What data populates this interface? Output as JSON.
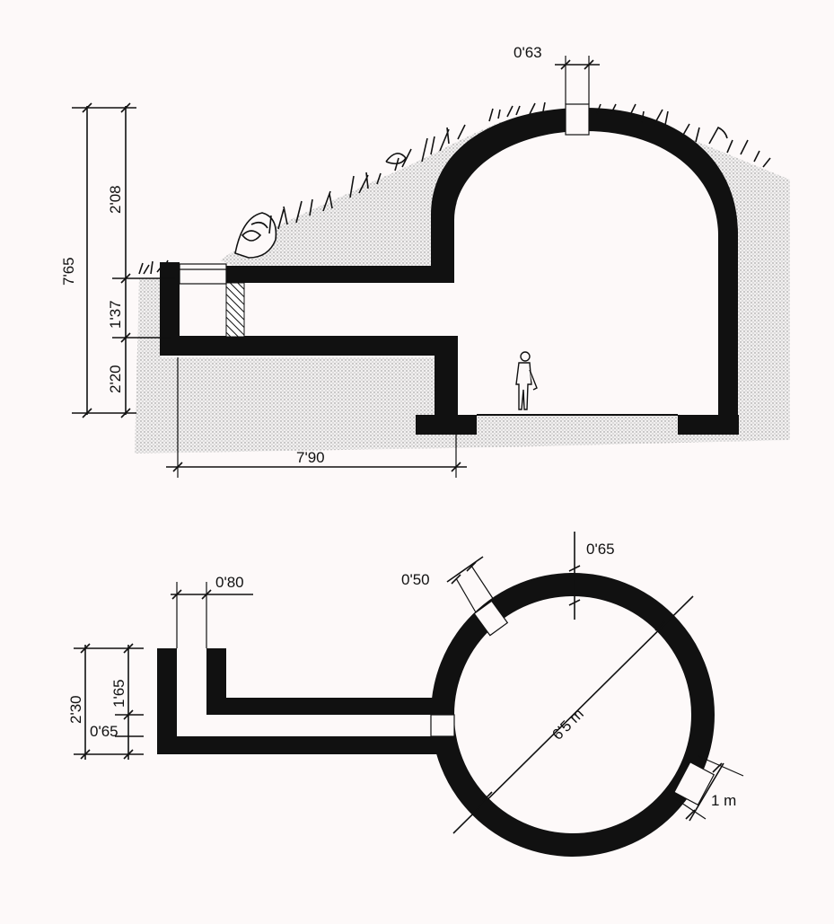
{
  "section": {
    "top_opening_width": "0'63",
    "total_height": "7'65",
    "earth_cover": "2'08",
    "corridor_height": "1'37",
    "lower_depth": "2'20",
    "corridor_length": "7'90"
  },
  "plan": {
    "corridor_wall": "0'80",
    "corridor_total": "2'30",
    "corridor_inner": "1'65",
    "corridor_lower": "0'65",
    "side_opening": "0'50",
    "wall_thickness": "0'65",
    "diameter": "6'5 m",
    "door_width": "1 m"
  },
  "colors": {
    "ink": "#111111",
    "paper": "#fdf9f9",
    "earth": "#cfcfcf"
  }
}
